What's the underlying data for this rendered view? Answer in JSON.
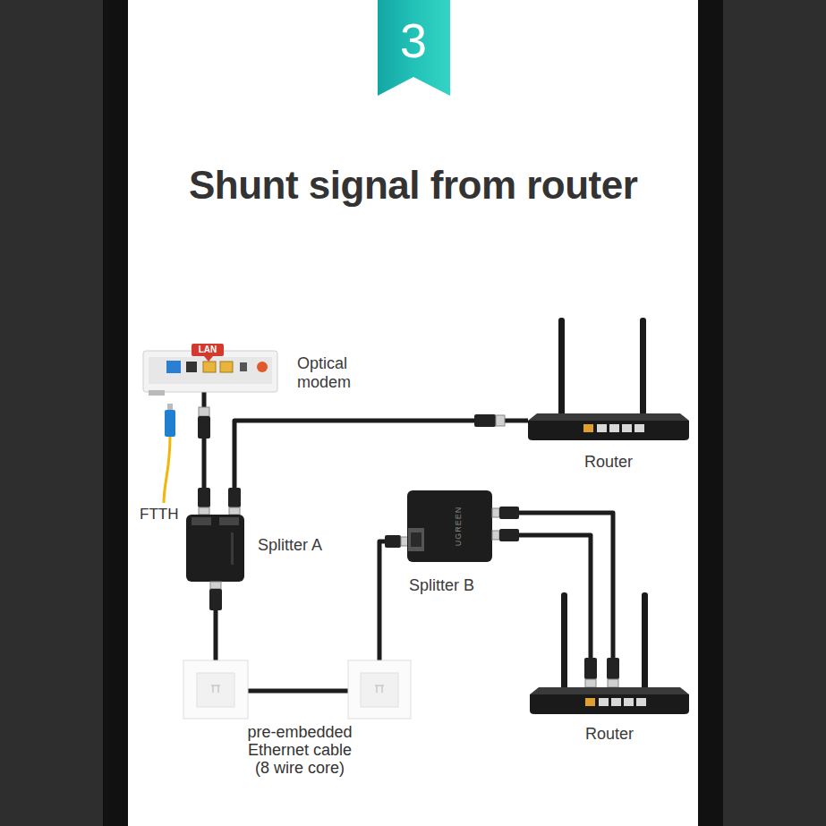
{
  "diagram": {
    "title": "Shunt signal from router",
    "nodes": [
      {
        "text": [
          "Optical modem"
        ]
      },
      {
        "text": [
          "Router"
        ]
      },
      {
        "text": [
          "Splitter A"
        ]
      },
      {
        "text": [
          "Splitter B"
        ]
      },
      {
        "text": [
          "Router"
        ]
      }
    ],
    "edges": [
      {
        "from": 0,
        "to": 2,
        "arrow": "none"
      },
      {
        "from": 1,
        "to": 2,
        "arrow": "none"
      },
      {
        "from": 2,
        "to": 3,
        "arrow": "none"
      },
      {
        "from": 3,
        "to": 4,
        "arrow": "none"
      },
      {
        "from": 3,
        "to": 4,
        "arrow": "none"
      }
    ],
    "labels": [
      "3",
      "LAN",
      "FTTH",
      "pre-embedded Ethernet cable (8 wire core)",
      "UGREEN"
    ]
  }
}
